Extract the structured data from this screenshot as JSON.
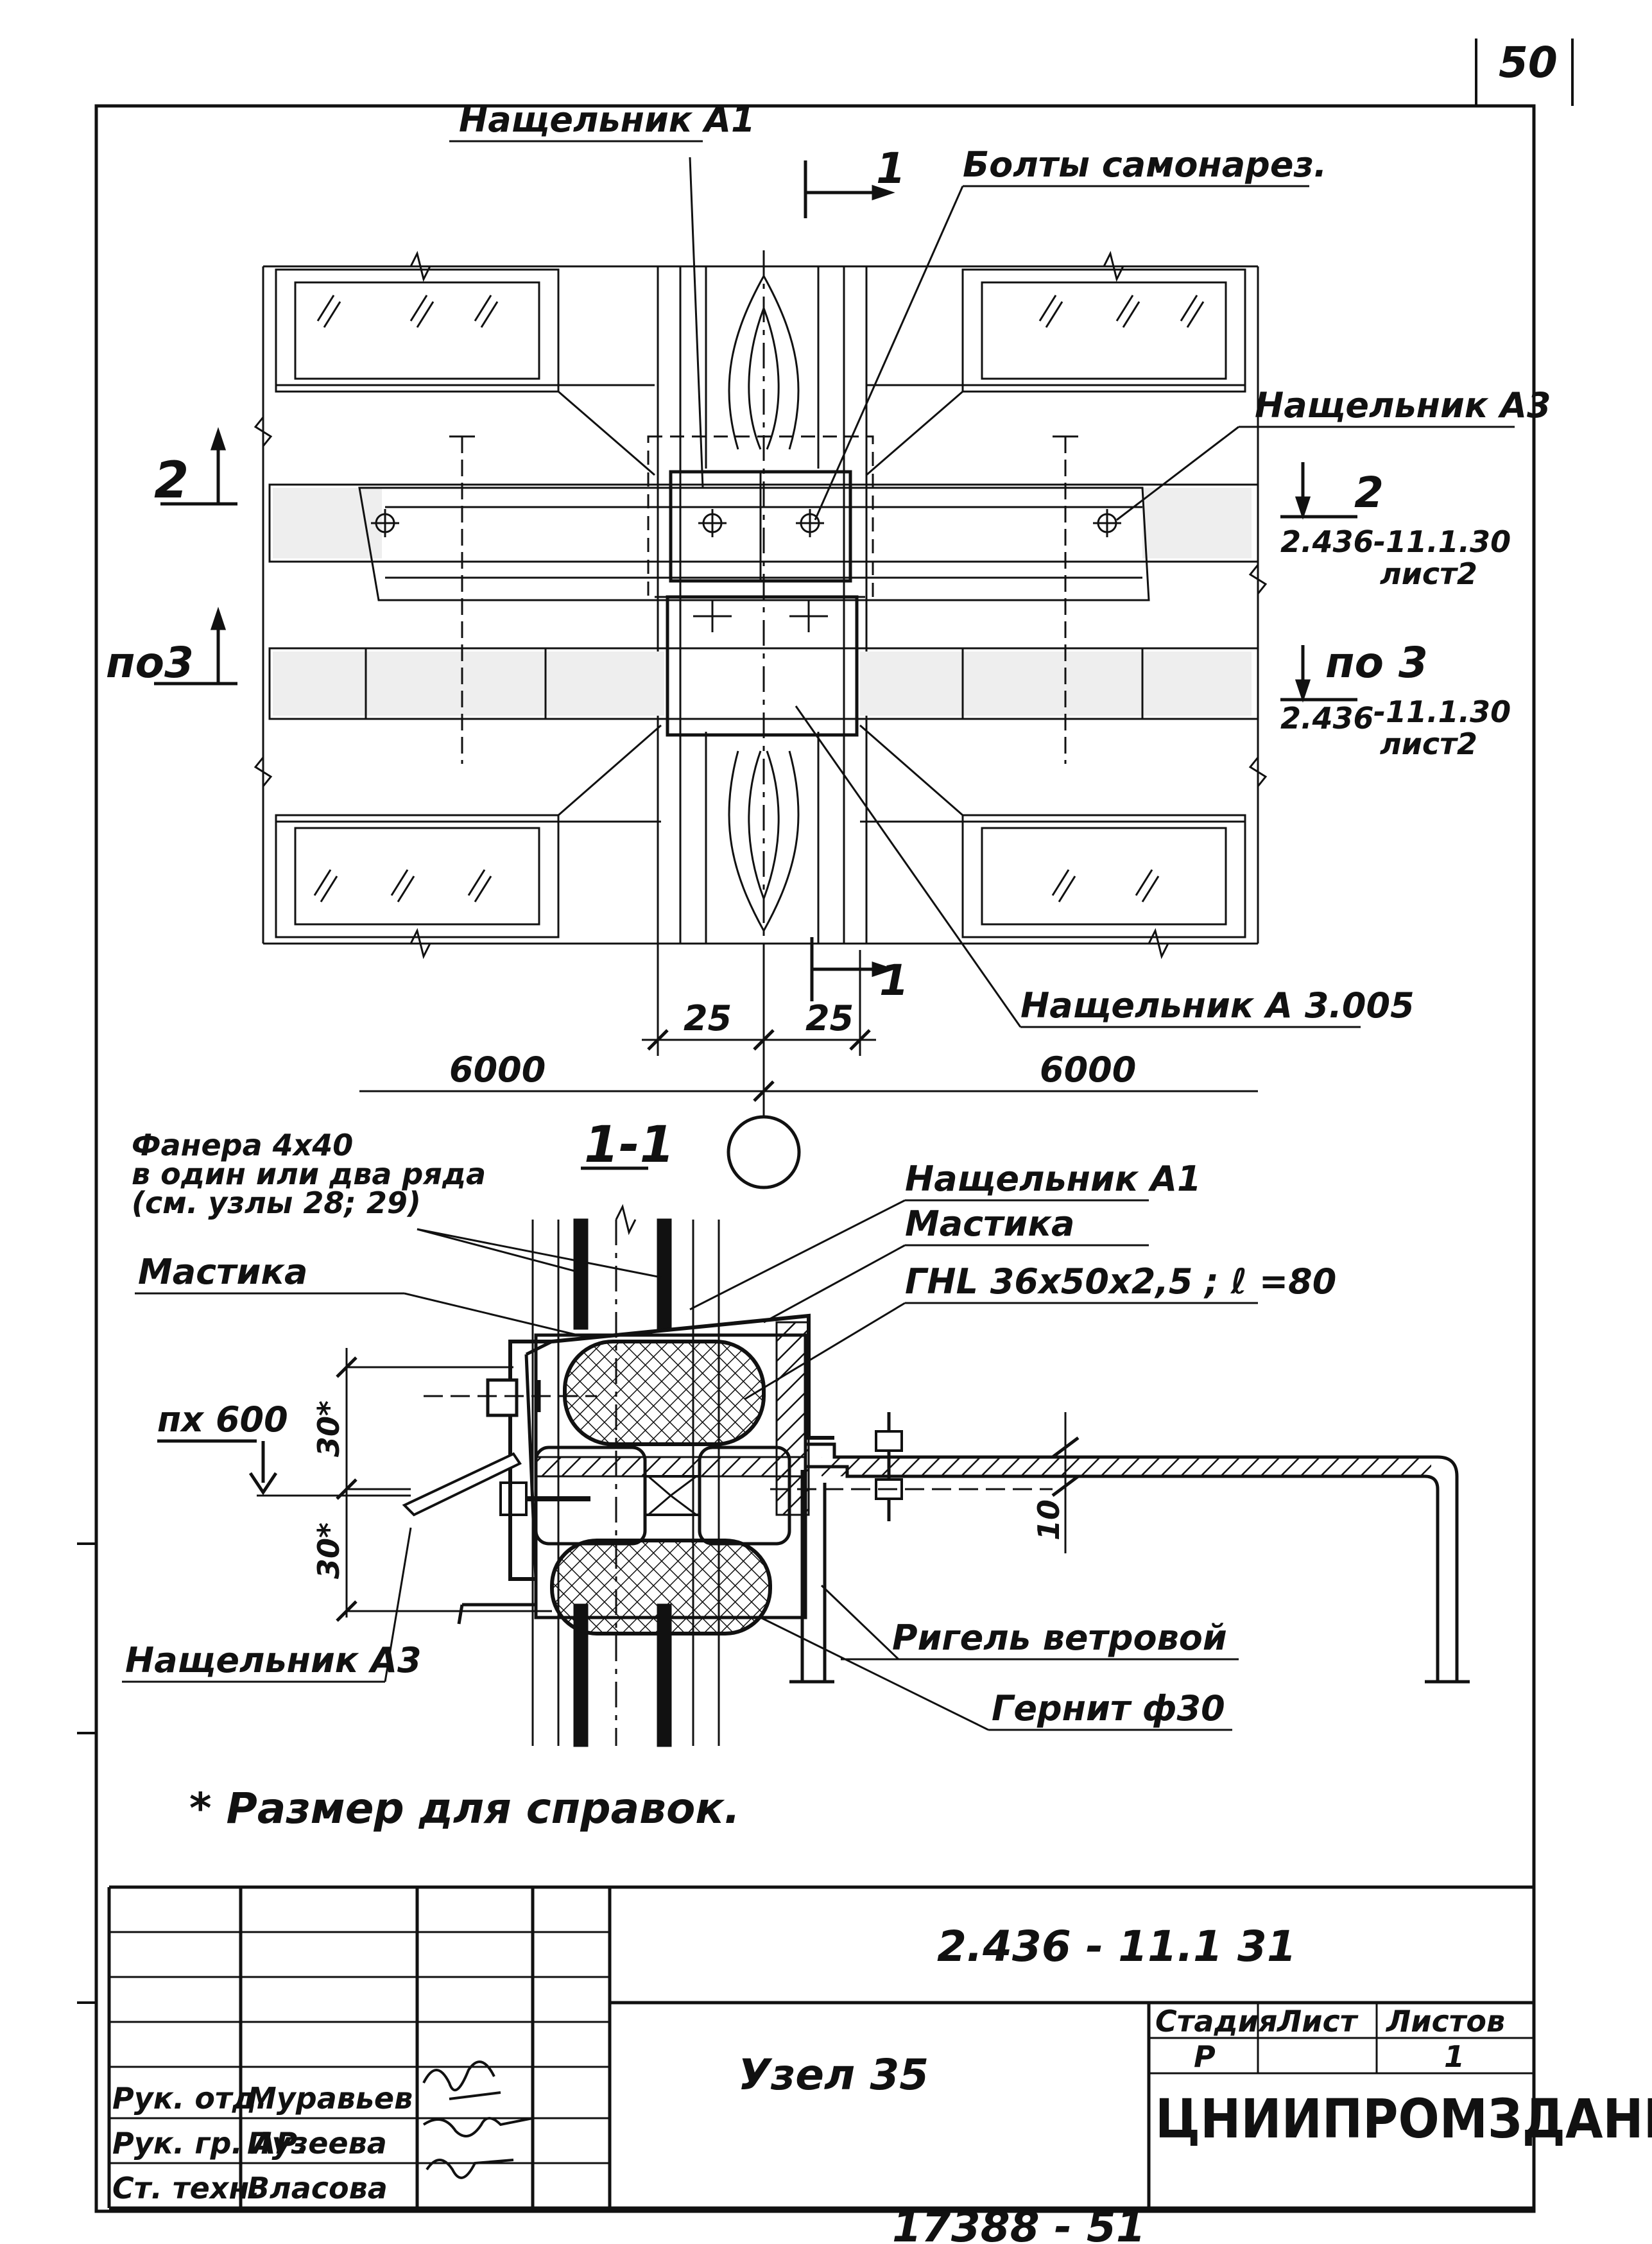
{
  "page_number": "50",
  "plan_view": {
    "callout_top_left": "Нащельник А1",
    "callout_top_right": "Болты самонарез.",
    "callout_right": "Нащельник А3",
    "callout_bottom": "Нащельник А 3.005",
    "section_mark_top": "1",
    "section_mark_bottom": "1",
    "section_mark_2": "2",
    "section_mark_po3": "по3",
    "ref_2_num": "2",
    "ref_2_code": "2.436",
    "ref_2_sheet_code": "-11.1.30",
    "ref_2_sheet": "лист2",
    "ref_po3_num": "по 3",
    "ref_po3_code": "2.436",
    "ref_po3_sheet_code": "-11.1.30",
    "ref_po3_sheet": "лист2",
    "dim_left": "25",
    "dim_right": "25",
    "span_left": "6000",
    "span_right": "6000"
  },
  "section_view": {
    "title": "1-1",
    "note_plywood_1": "Фанера 4х40",
    "note_plywood_2": "в один или два ряда",
    "note_plywood_3": "(см. узлы 28; 29)",
    "callout_mastic_left": "Мастика",
    "callout_a1": "Нащельник А1",
    "callout_mastic_right": "Мастика",
    "callout_profile": "ГНL 36х50х2,5 ; ℓ =80",
    "level_label": "пх 600",
    "dim_30_top": "30*",
    "dim_30_bottom": "30*",
    "dim_10": "10",
    "callout_a3": "Нащельник А3",
    "callout_girt": "Ригель ветровой",
    "callout_gernit": "Гернит ф30"
  },
  "footnote": "* Размер для справок.",
  "title_block": {
    "doc_code": "2.436 - 11.1 31",
    "node_title": "Узел 35",
    "col_stage": "Стадия",
    "col_sheet": "Лист",
    "col_sheets": "Листов",
    "stage_value": "Р",
    "sheet_value": "",
    "sheets_value": "1",
    "organization": "ЦНИИПРОМЗДАНИЙ",
    "roles": [
      {
        "role": "Рук. отд.",
        "name": "Муравьев"
      },
      {
        "role": "Рук. гр. АР.",
        "name": "Пузеева"
      },
      {
        "role": "Ст. техн.",
        "name": "Власова"
      }
    ]
  },
  "bottom_number": "17388 - 51"
}
